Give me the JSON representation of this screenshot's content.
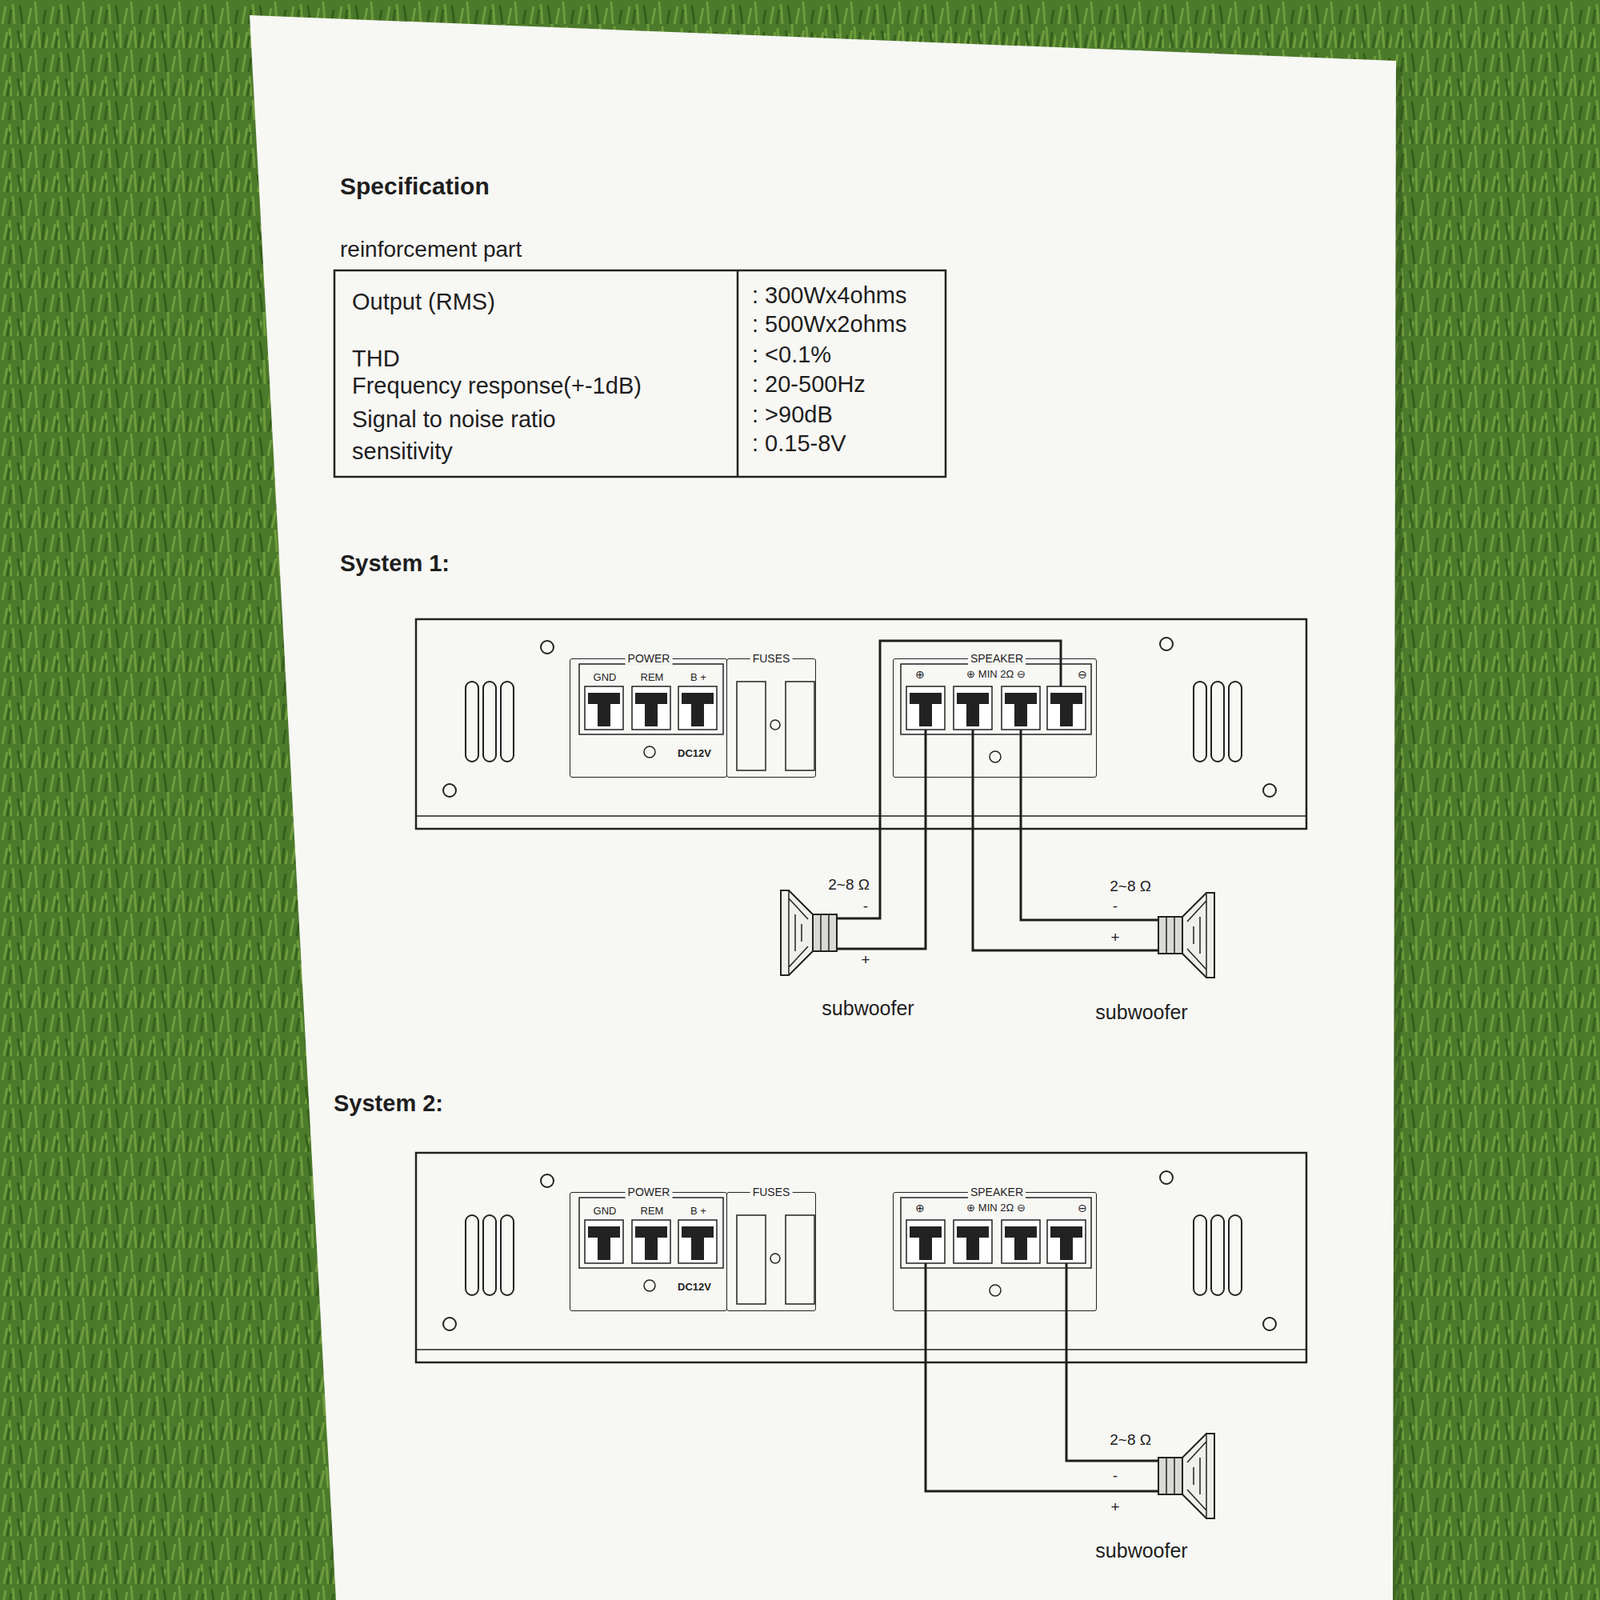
{
  "diagram": {
    "title": "Specification",
    "nodes": [
      {
        "text": [
          "POWER",
          "GND",
          "REM",
          "B +",
          "DC12V"
        ]
      },
      {
        "text": [
          "FUSES"
        ]
      },
      {
        "text": [
          "SPEAKER",
          "⊕",
          "⊕ MIN 2Ω ⊖",
          "⊖"
        ]
      },
      {
        "text": [
          "subwoofer"
        ]
      },
      {
        "text": [
          "subwoofer"
        ]
      },
      {
        "text": [
          "POWER",
          "GND",
          "REM",
          "B +",
          "DC12V"
        ]
      },
      {
        "text": [
          "FUSES"
        ]
      },
      {
        "text": [
          "SPEAKER",
          "⊕",
          "⊕ MIN 2Ω ⊖",
          "⊖"
        ]
      },
      {
        "text": [
          "subwoofer"
        ]
      }
    ],
    "edges": [
      {
        "from": 2,
        "to": 3,
        "arrow": "none",
        "label": "2~8 Ω"
      },
      {
        "from": 2,
        "to": 3,
        "arrow": "none"
      },
      {
        "from": 2,
        "to": 4,
        "arrow": "none",
        "label": "2~8 Ω"
      },
      {
        "from": 2,
        "to": 4,
        "arrow": "none"
      },
      {
        "from": 7,
        "to": 8,
        "arrow": "none",
        "label": "2~8 Ω"
      },
      {
        "from": 7,
        "to": 8,
        "arrow": "none"
      }
    ],
    "labels": [
      "reinforcement part",
      "Output (RMS)",
      ": 300Wx4ohms",
      ": 500Wx2ohms",
      "THD",
      ": <0.1%",
      "Frequency response(+-1dB)",
      ": 20-500Hz",
      "Signal to noise ratio",
      ": >90dB",
      "sensitivity",
      ": 0.15-8V",
      "System 1:",
      "-",
      "+",
      "-",
      "+",
      "System 2:",
      "-",
      "+"
    ]
  }
}
